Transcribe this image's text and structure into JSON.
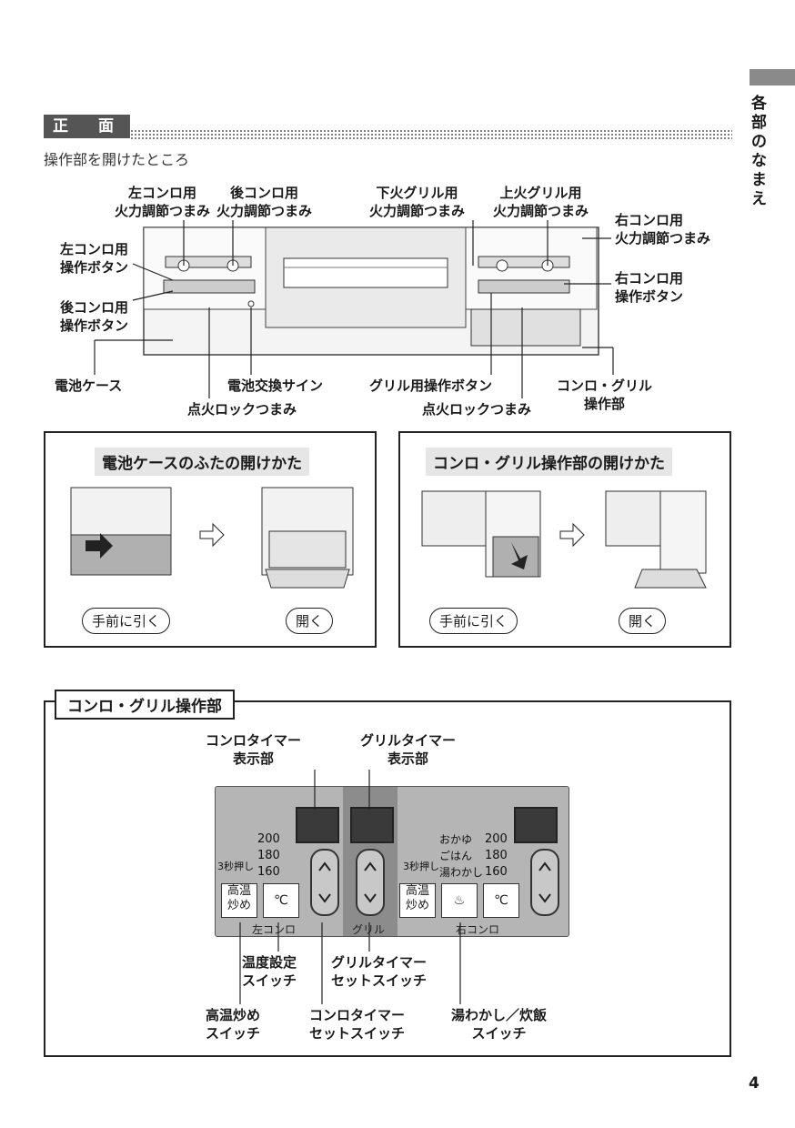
{
  "side_tab": {
    "label": "各部のなまえ"
  },
  "section": {
    "title": "正　面",
    "subtitle": "操作部を開けたところ"
  },
  "front_labels": {
    "left_knob": "左コンロ用\n火力調節つまみ",
    "rear_knob": "後コンロ用\n火力調節つまみ",
    "lower_grill_knob": "下火グリル用\n火力調節つまみ",
    "upper_grill_knob": "上火グリル用\n火力調節つまみ",
    "right_knob": "右コンロ用\n火力調節つまみ",
    "left_button": "左コンロ用\n操作ボタン",
    "right_button": "右コンロ用\n操作ボタン",
    "rear_button": "後コンロ用\n操作ボタン",
    "battery_case": "電池ケース",
    "battery_sign": "電池交換サイン",
    "ignition_lock_left": "点火ロックつまみ",
    "grill_button": "グリル用操作ボタン",
    "ignition_lock_right": "点火ロックつまみ",
    "stove_grill_panel": "コンロ・グリル\n操作部"
  },
  "battery_box": {
    "title": "電池ケースのふたの開けかた",
    "step1": "手前に引く",
    "step2": "開く"
  },
  "panel_box": {
    "title": "コンロ・グリル操作部の開けかた",
    "step1": "手前に引く",
    "step2": "開く"
  },
  "legend": {
    "title": "コンロ・グリル操作部",
    "stove_timer_display": "コンロタイマー\n表示部",
    "grill_timer_display": "グリルタイマー\n表示部",
    "temp_switch": "温度設定\nスイッチ",
    "grill_timer_set": "グリルタイマー\nセットスイッチ",
    "high_temp_switch": "高温炒め\nスイッチ",
    "stove_timer_set": "コンロタイマー\nセットスイッチ",
    "boil_rice_switch": "湯わかし／炊飯\nスイッチ"
  },
  "panel": {
    "left_temps": [
      "200",
      "180",
      "160"
    ],
    "right_modes": [
      "おかゆ",
      "ごはん",
      "湯わかし"
    ],
    "right_temps": [
      "200",
      "180",
      "160"
    ],
    "hold_label": "3秒押し",
    "high_temp_btn": "高温\n炒め",
    "celsius_btn": "℃",
    "left_stove": "左コンロ",
    "grill": "グリル",
    "right_stove": "右コンロ"
  },
  "page_number": "4"
}
